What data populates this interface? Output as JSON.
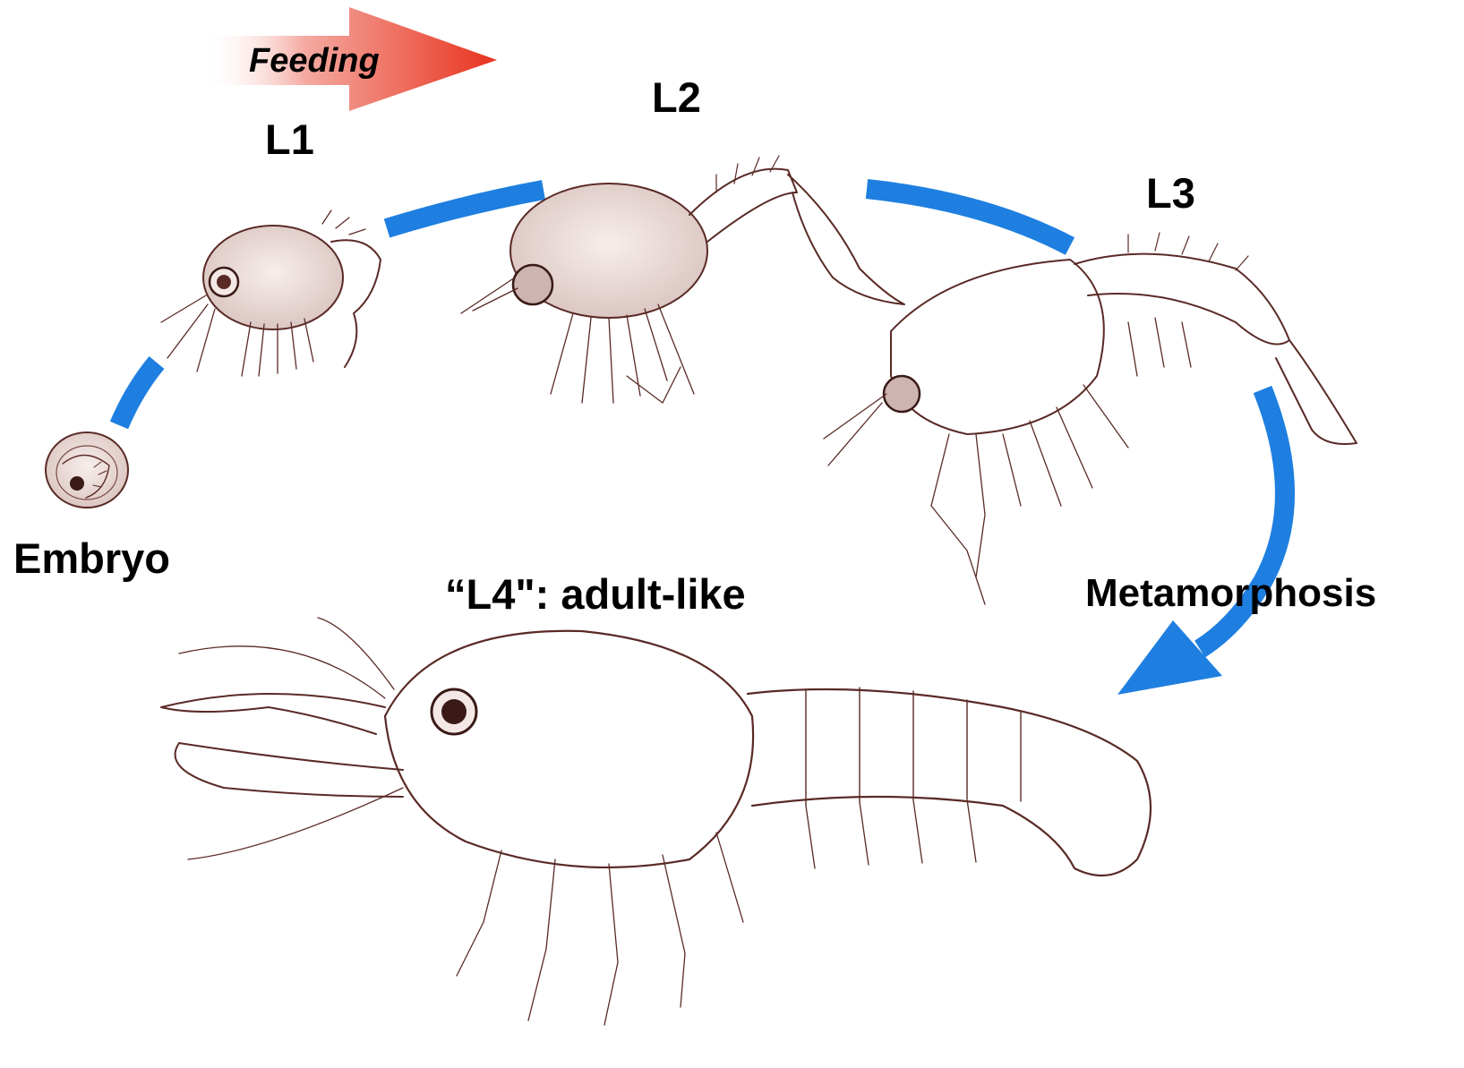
{
  "colors": {
    "arrow_blue": "#1e7fe0",
    "feeding_red": "#e8321e",
    "sketch_ink": "#5a2a26",
    "sketch_fill": "#efe2df",
    "label_text": "#000000"
  },
  "feeding": {
    "label": "Feeding",
    "icon": "gradient-arrow-right"
  },
  "stages": {
    "embryo": "Embryo",
    "l1": "L1",
    "l2": "L2",
    "l3": "L3",
    "l4": "“L4\": adult-like"
  },
  "transition": {
    "metamorphosis": "Metamorphosis"
  }
}
